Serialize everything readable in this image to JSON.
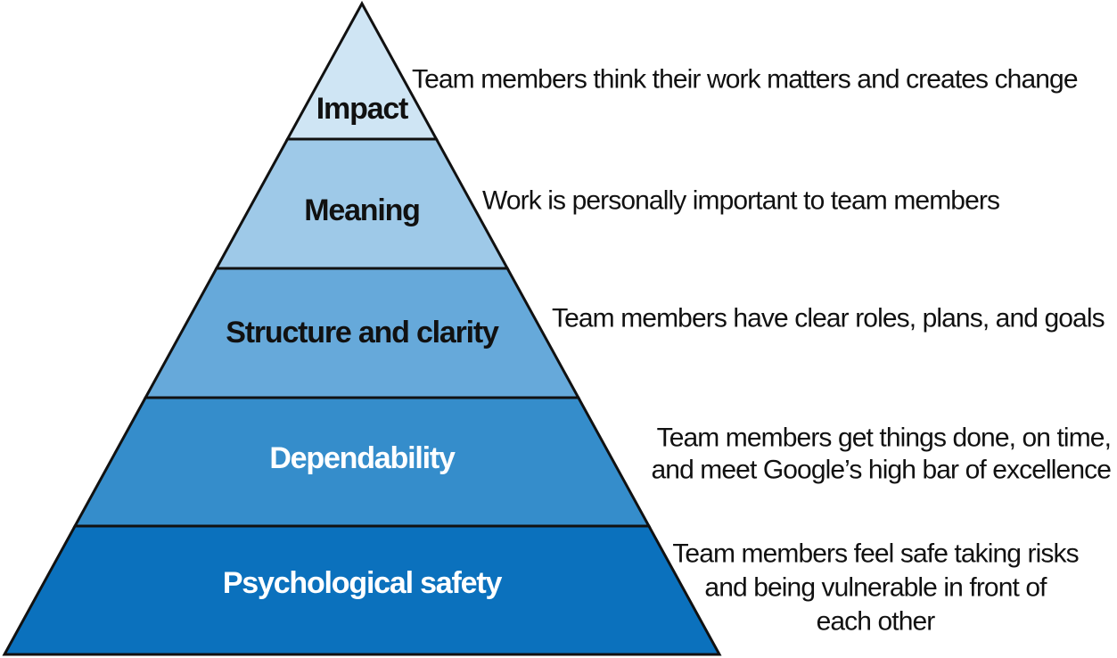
{
  "pyramid": {
    "tiers": [
      {
        "label": "Impact",
        "description": [
          "Team members think their work matters and creates change"
        ],
        "fill": "#cfe5f4",
        "text_color": "#111111"
      },
      {
        "label": "Meaning",
        "description": [
          "Work is personally important to team members"
        ],
        "fill": "#9ec9e8",
        "text_color": "#111111"
      },
      {
        "label": "Structure and clarity",
        "description": [
          "Team members have clear roles, plans, and goals"
        ],
        "fill": "#66a9da",
        "text_color": "#111111"
      },
      {
        "label": "Dependability",
        "description": [
          "Team members get things done, on time,",
          "and meet Google’s high bar of excellence"
        ],
        "fill": "#358dcb",
        "text_color": "#ffffff"
      },
      {
        "label": "Psychological safety",
        "description": [
          "Team members feel safe taking risks",
          "and being vulnerable in front of",
          "each other"
        ],
        "fill": "#0b71bd",
        "text_color": "#ffffff"
      }
    ],
    "outline_color": "#111111"
  }
}
